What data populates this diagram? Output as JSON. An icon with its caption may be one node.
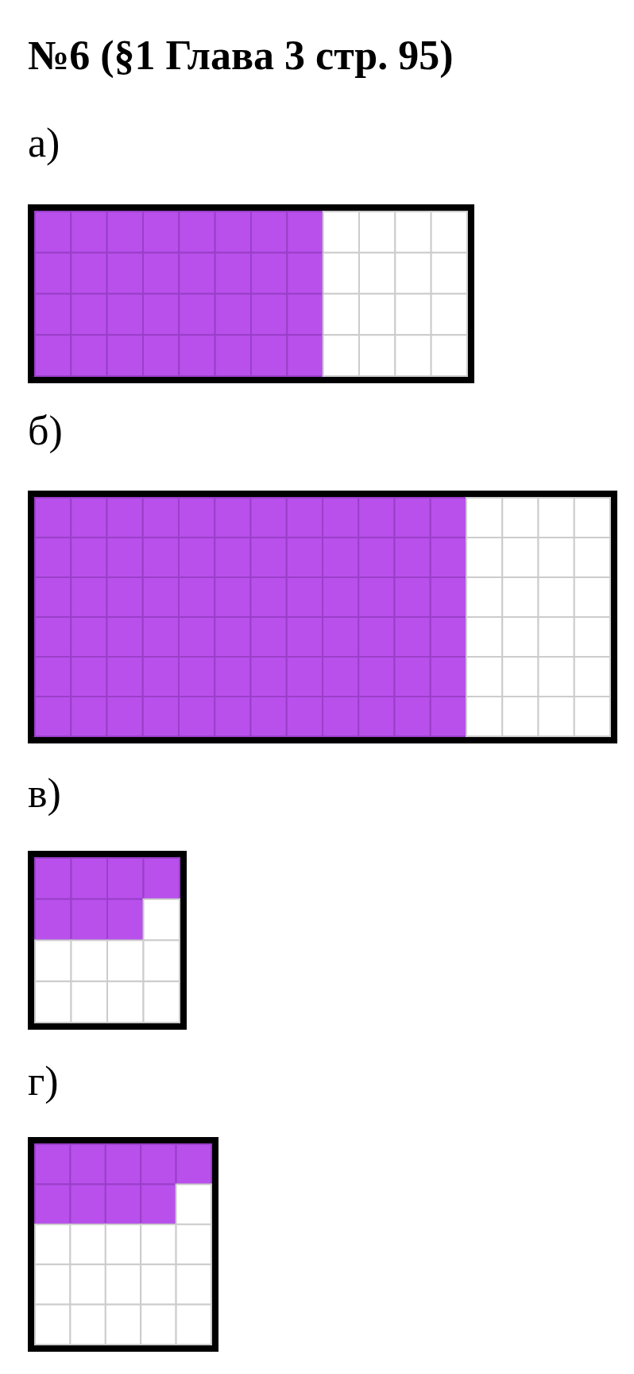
{
  "diagram": {
    "title": "№6 (§1 Глава 3 стр. 95)",
    "labels": [
      "а)",
      "б)",
      "в)",
      "г)"
    ]
  }
}
